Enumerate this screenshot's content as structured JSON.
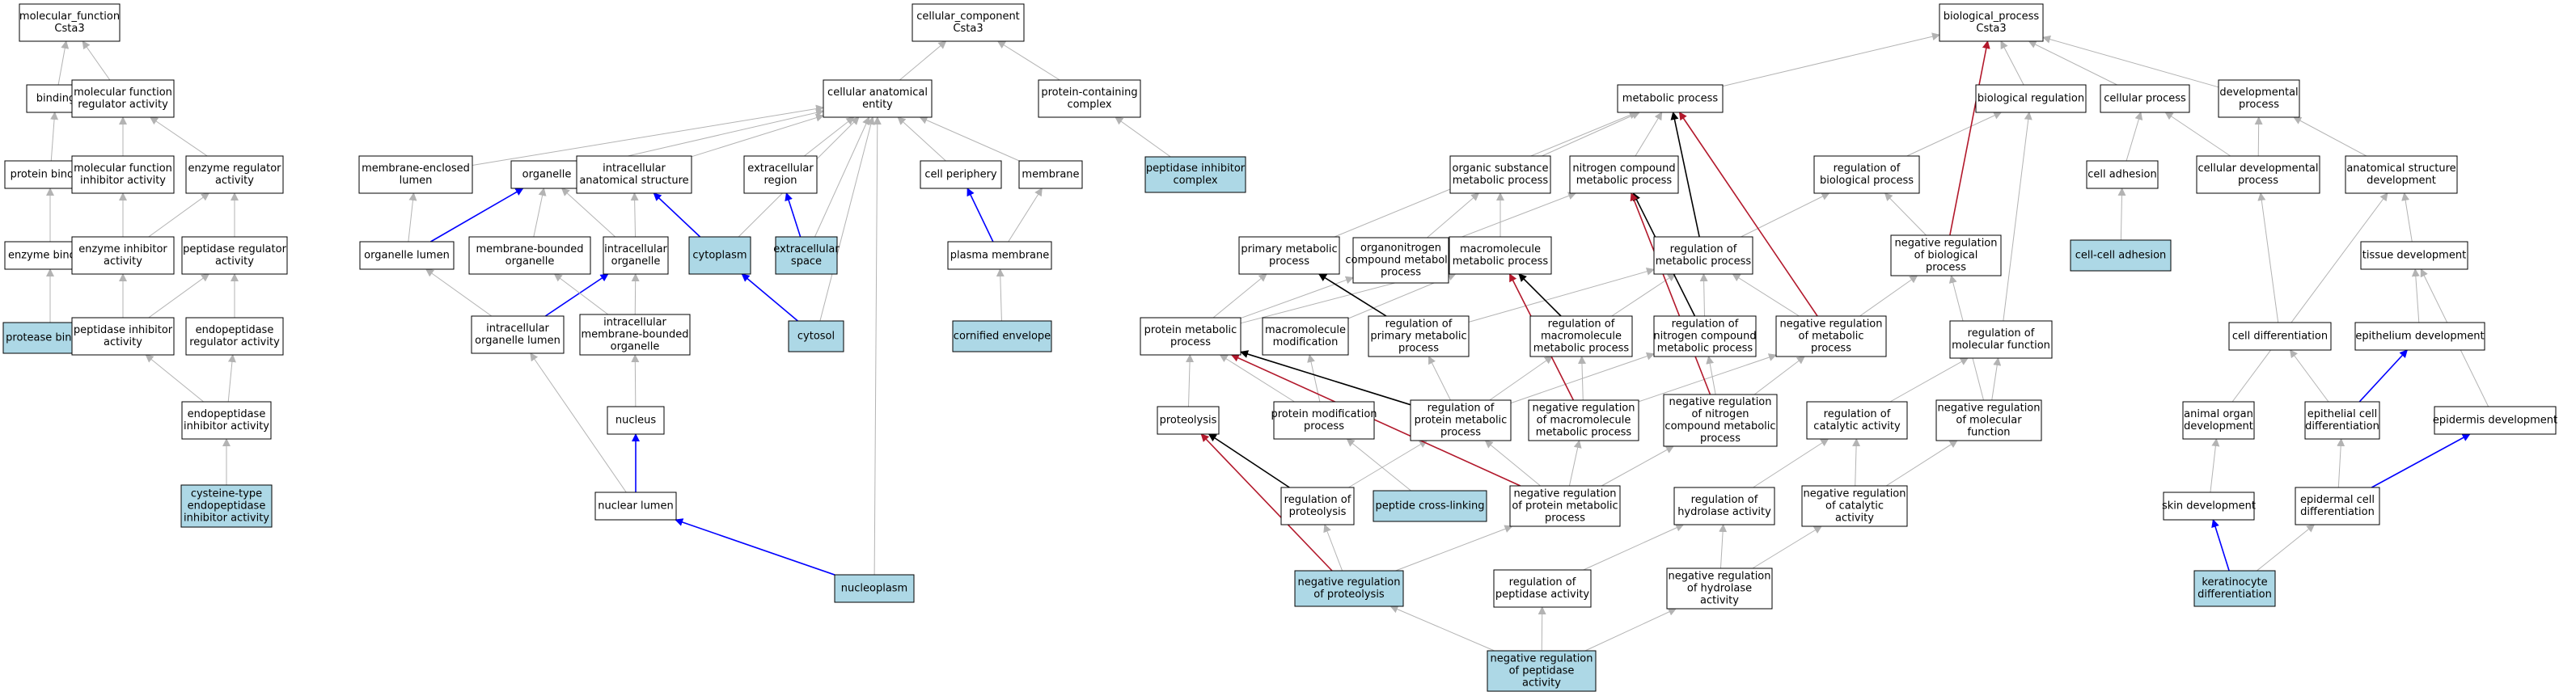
{
  "colors": {
    "background": "#ffffff",
    "node_default": "#ffffff",
    "node_highlight": "#add8e6",
    "edge_is_a": "#b3b3b3",
    "edge_part_of": "#0000ff",
    "edge_regulates": "#000000",
    "edge_negatively_regulates": "#b2182b"
  },
  "nodes": [
    {
      "id": "mf",
      "lines": [
        "molecular_function",
        "Csta3"
      ],
      "hl": false
    },
    {
      "id": "binding",
      "lines": [
        "binding"
      ],
      "hl": false
    },
    {
      "id": "mfra",
      "lines": [
        "molecular function",
        "regulator activity"
      ],
      "hl": false
    },
    {
      "id": "protbind",
      "lines": [
        "protein binding"
      ],
      "hl": false
    },
    {
      "id": "mfia",
      "lines": [
        "molecular function",
        "inhibitor activity"
      ],
      "hl": false
    },
    {
      "id": "enzreg",
      "lines": [
        "enzyme regulator",
        "activity"
      ],
      "hl": false
    },
    {
      "id": "enzbind",
      "lines": [
        "enzyme binding"
      ],
      "hl": false
    },
    {
      "id": "enzinh",
      "lines": [
        "enzyme inhibitor",
        "activity"
      ],
      "hl": false
    },
    {
      "id": "pepreg",
      "lines": [
        "peptidase regulator",
        "activity"
      ],
      "hl": false
    },
    {
      "id": "protbinding",
      "lines": [
        "protease binding"
      ],
      "hl": true
    },
    {
      "id": "pepinh",
      "lines": [
        "peptidase inhibitor",
        "activity"
      ],
      "hl": false
    },
    {
      "id": "endoreg",
      "lines": [
        "endopeptidase",
        "regulator activity"
      ],
      "hl": false
    },
    {
      "id": "endoinh",
      "lines": [
        "endopeptidase",
        "inhibitor activity"
      ],
      "hl": false
    },
    {
      "id": "cysinh",
      "lines": [
        "cysteine-type",
        "endopeptidase",
        "inhibitor activity"
      ],
      "hl": true
    },
    {
      "id": "cc",
      "lines": [
        "cellular_component",
        "Csta3"
      ],
      "hl": false
    },
    {
      "id": "cae",
      "lines": [
        "cellular anatomical",
        "entity"
      ],
      "hl": false
    },
    {
      "id": "pcc",
      "lines": [
        "protein-containing",
        "complex"
      ],
      "hl": false
    },
    {
      "id": "pic",
      "lines": [
        "peptidase inhibitor",
        "complex"
      ],
      "hl": true
    },
    {
      "id": "mel",
      "lines": [
        "membrane-enclosed",
        "lumen"
      ],
      "hl": false
    },
    {
      "id": "organelle",
      "lines": [
        "organelle"
      ],
      "hl": false
    },
    {
      "id": "ias",
      "lines": [
        "intracellular",
        "anatomical structure"
      ],
      "hl": false
    },
    {
      "id": "exreg",
      "lines": [
        "extracellular",
        "region"
      ],
      "hl": false
    },
    {
      "id": "cellper",
      "lines": [
        "cell periphery"
      ],
      "hl": false
    },
    {
      "id": "membrane",
      "lines": [
        "membrane"
      ],
      "hl": false
    },
    {
      "id": "orglumen",
      "lines": [
        "organelle lumen"
      ],
      "hl": false
    },
    {
      "id": "mbo",
      "lines": [
        "membrane-bounded",
        "organelle"
      ],
      "hl": false
    },
    {
      "id": "intorg",
      "lines": [
        "intracellular",
        "organelle"
      ],
      "hl": false
    },
    {
      "id": "cytoplasm",
      "lines": [
        "cytoplasm"
      ],
      "hl": true
    },
    {
      "id": "exspace",
      "lines": [
        "extracellular",
        "space"
      ],
      "hl": true
    },
    {
      "id": "plasmamem",
      "lines": [
        "plasma membrane"
      ],
      "hl": false
    },
    {
      "id": "iol",
      "lines": [
        "intracellular",
        "organelle lumen"
      ],
      "hl": false
    },
    {
      "id": "imbo",
      "lines": [
        "intracellular",
        "membrane-bounded",
        "organelle"
      ],
      "hl": false
    },
    {
      "id": "cytosol",
      "lines": [
        "cytosol"
      ],
      "hl": true
    },
    {
      "id": "cornenv",
      "lines": [
        "cornified envelope"
      ],
      "hl": true
    },
    {
      "id": "nucleus",
      "lines": [
        "nucleus"
      ],
      "hl": false
    },
    {
      "id": "nuclumen",
      "lines": [
        "nuclear lumen"
      ],
      "hl": false
    },
    {
      "id": "nucleoplasm",
      "lines": [
        "nucleoplasm"
      ],
      "hl": true
    },
    {
      "id": "bp",
      "lines": [
        "biological_process",
        "Csta3"
      ],
      "hl": false
    },
    {
      "id": "metab",
      "lines": [
        "metabolic process"
      ],
      "hl": false
    },
    {
      "id": "bioreg",
      "lines": [
        "biological regulation"
      ],
      "hl": false
    },
    {
      "id": "cellproc",
      "lines": [
        "cellular process"
      ],
      "hl": false
    },
    {
      "id": "devproc",
      "lines": [
        "developmental",
        "process"
      ],
      "hl": false
    },
    {
      "id": "osmp",
      "lines": [
        "organic substance",
        "metabolic process"
      ],
      "hl": false
    },
    {
      "id": "ncmp",
      "lines": [
        "nitrogen compound",
        "metabolic process"
      ],
      "hl": false
    },
    {
      "id": "regbio",
      "lines": [
        "regulation of",
        "biological process"
      ],
      "hl": false
    },
    {
      "id": "celladh",
      "lines": [
        "cell adhesion"
      ],
      "hl": false
    },
    {
      "id": "cdp",
      "lines": [
        "cellular developmental",
        "process"
      ],
      "hl": false
    },
    {
      "id": "asd",
      "lines": [
        "anatomical structure",
        "development"
      ],
      "hl": false
    },
    {
      "id": "pmp",
      "lines": [
        "primary metabolic",
        "process"
      ],
      "hl": false
    },
    {
      "id": "oncmp",
      "lines": [
        "organonitrogen",
        "compound metabolic",
        "process"
      ],
      "hl": false
    },
    {
      "id": "mmp",
      "lines": [
        "macromolecule",
        "metabolic process"
      ],
      "hl": false
    },
    {
      "id": "regmp",
      "lines": [
        "regulation of",
        "metabolic process"
      ],
      "hl": false
    },
    {
      "id": "negregbio",
      "lines": [
        "negative regulation",
        "of biological",
        "process"
      ],
      "hl": false
    },
    {
      "id": "ccadh",
      "lines": [
        "cell-cell adhesion"
      ],
      "hl": true
    },
    {
      "id": "tissdev",
      "lines": [
        "tissue development"
      ],
      "hl": false
    },
    {
      "id": "protmp",
      "lines": [
        "protein metabolic",
        "process"
      ],
      "hl": false
    },
    {
      "id": "macmod",
      "lines": [
        "macromolecule",
        "modification"
      ],
      "hl": false
    },
    {
      "id": "regpmp",
      "lines": [
        "regulation of",
        "primary metabolic",
        "process"
      ],
      "hl": false
    },
    {
      "id": "regmmp",
      "lines": [
        "regulation of",
        "macromolecule",
        "metabolic process"
      ],
      "hl": false
    },
    {
      "id": "regncmp",
      "lines": [
        "regulation of",
        "nitrogen compound",
        "metabolic process"
      ],
      "hl": false
    },
    {
      "id": "negregmp",
      "lines": [
        "negative regulation",
        "of metabolic",
        "process"
      ],
      "hl": false
    },
    {
      "id": "regmf",
      "lines": [
        "regulation of",
        "molecular function"
      ],
      "hl": false
    },
    {
      "id": "celldiff",
      "lines": [
        "cell differentiation"
      ],
      "hl": false
    },
    {
      "id": "epidev",
      "lines": [
        "epithelium development"
      ],
      "hl": false
    },
    {
      "id": "proteolysis",
      "lines": [
        "proteolysis"
      ],
      "hl": false
    },
    {
      "id": "pmproc",
      "lines": [
        "protein modification",
        "process"
      ],
      "hl": false
    },
    {
      "id": "regprotmp",
      "lines": [
        "regulation of",
        "protein metabolic",
        "process"
      ],
      "hl": false
    },
    {
      "id": "negregmmp",
      "lines": [
        "negative regulation",
        "of macromolecule",
        "metabolic process"
      ],
      "hl": false
    },
    {
      "id": "negregncmp",
      "lines": [
        "negative regulation",
        "of nitrogen",
        "compound metabolic",
        "process"
      ],
      "hl": false
    },
    {
      "id": "regcat",
      "lines": [
        "regulation of",
        "catalytic activity"
      ],
      "hl": false
    },
    {
      "id": "negregmf",
      "lines": [
        "negative regulation",
        "of molecular",
        "function"
      ],
      "hl": false
    },
    {
      "id": "aod",
      "lines": [
        "animal organ",
        "development"
      ],
      "hl": false
    },
    {
      "id": "epicelldiff",
      "lines": [
        "epithelial cell",
        "differentiation"
      ],
      "hl": false
    },
    {
      "id": "epiddev",
      "lines": [
        "epidermis development"
      ],
      "hl": false
    },
    {
      "id": "regprot",
      "lines": [
        "regulation of",
        "proteolysis"
      ],
      "hl": false
    },
    {
      "id": "pepcross",
      "lines": [
        "peptide cross-linking"
      ],
      "hl": true
    },
    {
      "id": "negregprotmp",
      "lines": [
        "negative regulation",
        "of protein metabolic",
        "process"
      ],
      "hl": false
    },
    {
      "id": "reghyd",
      "lines": [
        "regulation of",
        "hydrolase activity"
      ],
      "hl": false
    },
    {
      "id": "negregcat",
      "lines": [
        "negative regulation",
        "of catalytic",
        "activity"
      ],
      "hl": false
    },
    {
      "id": "skindev",
      "lines": [
        "skin development"
      ],
      "hl": false
    },
    {
      "id": "epidcelldiff",
      "lines": [
        "epidermal cell",
        "differentiation"
      ],
      "hl": false
    },
    {
      "id": "negregprot",
      "lines": [
        "negative regulation",
        "of proteolysis"
      ],
      "hl": true
    },
    {
      "id": "regpep",
      "lines": [
        "regulation of",
        "peptidase activity"
      ],
      "hl": false
    },
    {
      "id": "negreghyd",
      "lines": [
        "negative regulation",
        "of hydrolase",
        "activity"
      ],
      "hl": false
    },
    {
      "id": "kerdiff",
      "lines": [
        "keratinocyte",
        "differentiation"
      ],
      "hl": true
    },
    {
      "id": "negregpep",
      "lines": [
        "negative regulation",
        "of peptidase",
        "activity"
      ],
      "hl": true
    }
  ],
  "edges": [
    [
      "binding",
      "mf",
      "is_a"
    ],
    [
      "mfra",
      "mf",
      "is_a"
    ],
    [
      "protbind",
      "binding",
      "is_a"
    ],
    [
      "mfia",
      "mfra",
      "is_a"
    ],
    [
      "enzreg",
      "mfra",
      "is_a"
    ],
    [
      "enzbind",
      "protbind",
      "is_a"
    ],
    [
      "enzinh",
      "mfia",
      "is_a"
    ],
    [
      "enzinh",
      "enzreg",
      "is_a"
    ],
    [
      "pepreg",
      "enzreg",
      "is_a"
    ],
    [
      "protbinding",
      "enzbind",
      "is_a"
    ],
    [
      "pepinh",
      "enzinh",
      "is_a"
    ],
    [
      "pepinh",
      "pepreg",
      "is_a"
    ],
    [
      "endoreg",
      "pepreg",
      "is_a"
    ],
    [
      "endoinh",
      "pepinh",
      "is_a"
    ],
    [
      "endoinh",
      "endoreg",
      "is_a"
    ],
    [
      "cysinh",
      "endoinh",
      "is_a"
    ],
    [
      "cae",
      "cc",
      "is_a"
    ],
    [
      "pcc",
      "cc",
      "is_a"
    ],
    [
      "pic",
      "pcc",
      "is_a"
    ],
    [
      "mel",
      "cae",
      "is_a"
    ],
    [
      "organelle",
      "cae",
      "is_a"
    ],
    [
      "ias",
      "cae",
      "is_a"
    ],
    [
      "exreg",
      "cae",
      "is_a"
    ],
    [
      "cellper",
      "cae",
      "is_a"
    ],
    [
      "membrane",
      "cae",
      "is_a"
    ],
    [
      "cytoplasm",
      "cae",
      "is_a"
    ],
    [
      "exspace",
      "cae",
      "is_a"
    ],
    [
      "cytosol",
      "cae",
      "is_a"
    ],
    [
      "nucleoplasm",
      "cae",
      "is_a"
    ],
    [
      "orglumen",
      "mel",
      "is_a"
    ],
    [
      "orglumen",
      "organelle",
      "part_of"
    ],
    [
      "mbo",
      "organelle",
      "is_a"
    ],
    [
      "intorg",
      "organelle",
      "is_a"
    ],
    [
      "intorg",
      "ias",
      "is_a"
    ],
    [
      "cytoplasm",
      "ias",
      "part_of"
    ],
    [
      "exspace",
      "exreg",
      "part_of"
    ],
    [
      "plasmamem",
      "cellper",
      "part_of"
    ],
    [
      "plasmamem",
      "membrane",
      "is_a"
    ],
    [
      "iol",
      "orglumen",
      "is_a"
    ],
    [
      "iol",
      "intorg",
      "part_of"
    ],
    [
      "imbo",
      "mbo",
      "is_a"
    ],
    [
      "imbo",
      "intorg",
      "is_a"
    ],
    [
      "cytosol",
      "cytoplasm",
      "part_of"
    ],
    [
      "cornenv",
      "plasmamem",
      "is_a"
    ],
    [
      "nucleus",
      "imbo",
      "is_a"
    ],
    [
      "nuclumen",
      "nucleus",
      "part_of"
    ],
    [
      "nuclumen",
      "iol",
      "is_a"
    ],
    [
      "nucleoplasm",
      "nuclumen",
      "part_of"
    ],
    [
      "metab",
      "bp",
      "is_a"
    ],
    [
      "bioreg",
      "bp",
      "is_a"
    ],
    [
      "cellproc",
      "bp",
      "is_a"
    ],
    [
      "devproc",
      "bp",
      "is_a"
    ],
    [
      "osmp",
      "metab",
      "is_a"
    ],
    [
      "ncmp",
      "metab",
      "is_a"
    ],
    [
      "regbio",
      "bioreg",
      "is_a"
    ],
    [
      "celladh",
      "cellproc",
      "is_a"
    ],
    [
      "cdp",
      "cellproc",
      "is_a"
    ],
    [
      "cdp",
      "devproc",
      "is_a"
    ],
    [
      "asd",
      "devproc",
      "is_a"
    ],
    [
      "pmp",
      "metab",
      "is_a"
    ],
    [
      "oncmp",
      "osmp",
      "is_a"
    ],
    [
      "oncmp",
      "ncmp",
      "is_a"
    ],
    [
      "mmp",
      "osmp",
      "is_a"
    ],
    [
      "regmp",
      "regbio",
      "is_a"
    ],
    [
      "regmp",
      "metab",
      "regulates"
    ],
    [
      "negregbio",
      "regbio",
      "is_a"
    ],
    [
      "negregbio",
      "bp",
      "negatively_regulates"
    ],
    [
      "ccadh",
      "celladh",
      "is_a"
    ],
    [
      "tissdev",
      "asd",
      "is_a"
    ],
    [
      "protmp",
      "pmp",
      "is_a"
    ],
    [
      "protmp",
      "mmp",
      "is_a"
    ],
    [
      "protmp",
      "oncmp",
      "is_a"
    ],
    [
      "macmod",
      "mmp",
      "is_a"
    ],
    [
      "regpmp",
      "regmp",
      "is_a"
    ],
    [
      "regpmp",
      "pmp",
      "regulates"
    ],
    [
      "regmmp",
      "regmp",
      "is_a"
    ],
    [
      "regmmp",
      "mmp",
      "regulates"
    ],
    [
      "regncmp",
      "regmp",
      "is_a"
    ],
    [
      "regncmp",
      "ncmp",
      "regulates"
    ],
    [
      "negregmp",
      "regmp",
      "is_a"
    ],
    [
      "negregmp",
      "negregbio",
      "is_a"
    ],
    [
      "negregmp",
      "metab",
      "negatively_regulates"
    ],
    [
      "regmf",
      "bioreg",
      "is_a"
    ],
    [
      "celldiff",
      "cdp",
      "is_a"
    ],
    [
      "epidev",
      "tissdev",
      "is_a"
    ],
    [
      "proteolysis",
      "protmp",
      "is_a"
    ],
    [
      "pmproc",
      "protmp",
      "is_a"
    ],
    [
      "pmproc",
      "macmod",
      "is_a"
    ],
    [
      "regprotmp",
      "regpmp",
      "is_a"
    ],
    [
      "regprotmp",
      "regmmp",
      "is_a"
    ],
    [
      "regprotmp",
      "regncmp",
      "is_a"
    ],
    [
      "regprotmp",
      "protmp",
      "regulates"
    ],
    [
      "negregmmp",
      "regmmp",
      "is_a"
    ],
    [
      "negregmmp",
      "negregmp",
      "is_a"
    ],
    [
      "negregmmp",
      "mmp",
      "negatively_regulates"
    ],
    [
      "negregncmp",
      "regncmp",
      "is_a"
    ],
    [
      "negregncmp",
      "negregmp",
      "is_a"
    ],
    [
      "negregncmp",
      "ncmp",
      "negatively_regulates"
    ],
    [
      "regcat",
      "regmf",
      "is_a"
    ],
    [
      "negregmf",
      "regmf",
      "is_a"
    ],
    [
      "negregmf",
      "negregbio",
      "is_a"
    ],
    [
      "aod",
      "asd",
      "is_a"
    ],
    [
      "epicelldiff",
      "celldiff",
      "is_a"
    ],
    [
      "epicelldiff",
      "epidev",
      "part_of"
    ],
    [
      "epiddev",
      "tissdev",
      "is_a"
    ],
    [
      "skindev",
      "aod",
      "is_a"
    ],
    [
      "regprot",
      "regprotmp",
      "is_a"
    ],
    [
      "regprot",
      "proteolysis",
      "regulates"
    ],
    [
      "pepcross",
      "pmproc",
      "is_a"
    ],
    [
      "negregprotmp",
      "regprotmp",
      "is_a"
    ],
    [
      "negregprotmp",
      "negregmmp",
      "is_a"
    ],
    [
      "negregprotmp",
      "negregncmp",
      "is_a"
    ],
    [
      "negregprotmp",
      "protmp",
      "negatively_regulates"
    ],
    [
      "reghyd",
      "regcat",
      "is_a"
    ],
    [
      "negregcat",
      "regcat",
      "is_a"
    ],
    [
      "negregcat",
      "negregmf",
      "is_a"
    ],
    [
      "epidcelldiff",
      "epicelldiff",
      "is_a"
    ],
    [
      "epidcelldiff",
      "epiddev",
      "part_of"
    ],
    [
      "negregprot",
      "regprot",
      "is_a"
    ],
    [
      "negregprot",
      "negregprotmp",
      "is_a"
    ],
    [
      "negregprot",
      "proteolysis",
      "negatively_regulates"
    ],
    [
      "regpep",
      "reghyd",
      "is_a"
    ],
    [
      "negreghyd",
      "reghyd",
      "is_a"
    ],
    [
      "negreghyd",
      "negregcat",
      "is_a"
    ],
    [
      "kerdiff",
      "epidcelldiff",
      "is_a"
    ],
    [
      "kerdiff",
      "skindev",
      "part_of"
    ],
    [
      "negregpep",
      "regpep",
      "is_a"
    ],
    [
      "negregpep",
      "negreghyd",
      "is_a"
    ],
    [
      "negregpep",
      "negregprot",
      "is_a"
    ]
  ]
}
